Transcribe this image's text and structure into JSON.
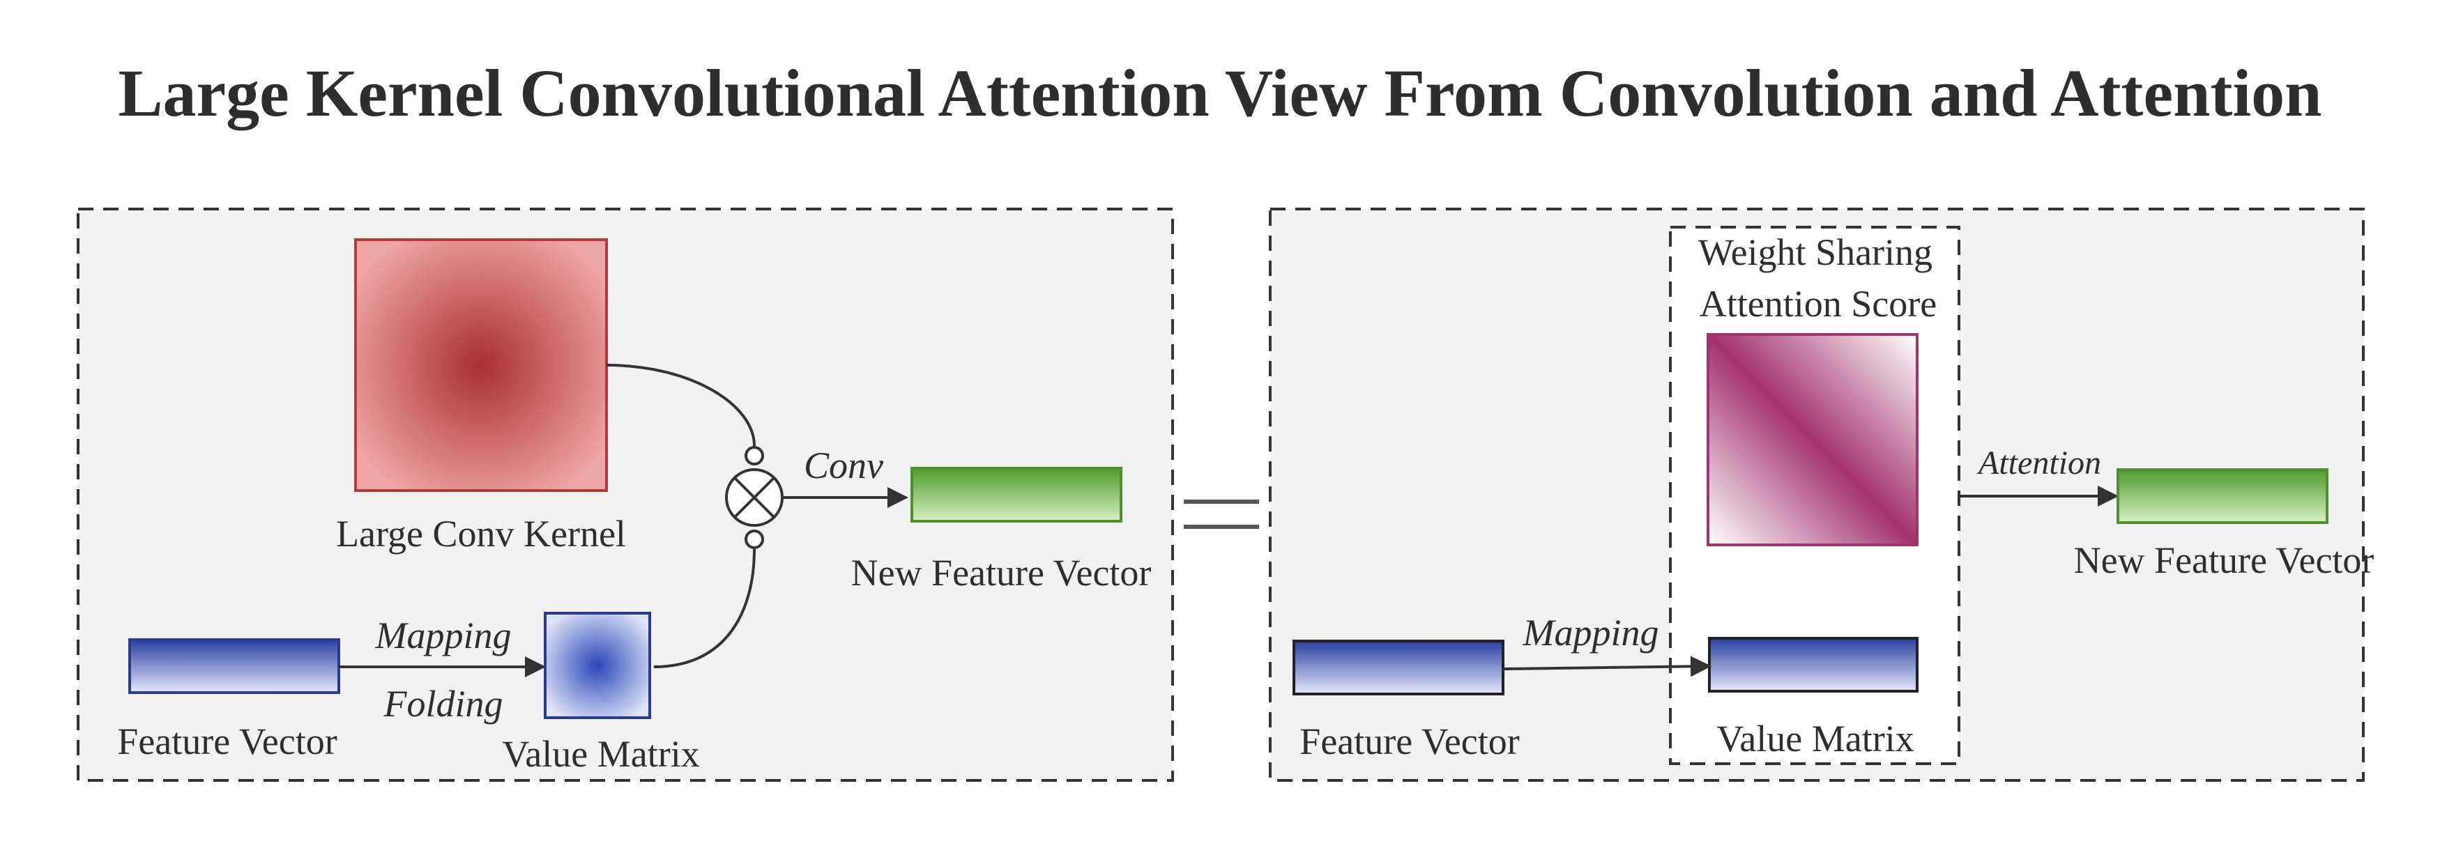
{
  "title": "Large Kernel Convolutional Attention View From Convolution and Attention",
  "left_panel": {
    "large_conv_kernel": "Large Conv Kernel",
    "conv": "Conv",
    "new_feature_vector": "New Feature Vector",
    "mapping": "Mapping",
    "folding": "Folding",
    "feature_vector": "Feature Vector",
    "value_matrix": "Value Matrix"
  },
  "equals": "=",
  "right_panel": {
    "weight_sharing": "Weight Sharing",
    "attention_score": "Attention Score",
    "attention": "Attention",
    "new_feature_vector": "New Feature Vector",
    "mapping": "Mapping",
    "feature_vector": "Feature Vector",
    "value_matrix": "Value Matrix"
  },
  "colors": {
    "kernel_center": "#a8302c",
    "kernel_edge": "#efa6a6",
    "blue_dark": "#2a3fa0",
    "blue_light": "#e4e8fb",
    "green_dark": "#4f9a2e",
    "green_light": "#d8f0c4",
    "magenta": "#a3336e",
    "panel_bg": "#f2f2f2"
  }
}
